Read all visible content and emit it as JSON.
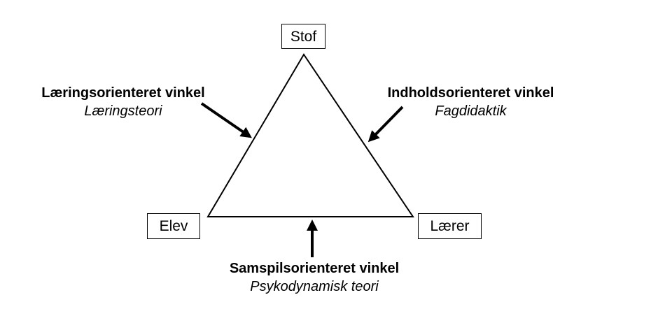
{
  "nodes": {
    "top": "Stof",
    "left": "Elev",
    "right": "Lærer"
  },
  "angles": {
    "left": {
      "heading": "Læringsorienteret vinkel",
      "theory": "Læringsteori"
    },
    "right": {
      "heading": "Indholdsorienteret vinkel",
      "theory": "Fagdidaktik"
    },
    "bottom": {
      "heading": "Samspilsorienteret vinkel",
      "theory": "Psykodynamisk teori"
    }
  },
  "colors": {
    "line": "#000000",
    "background": "#ffffff"
  }
}
